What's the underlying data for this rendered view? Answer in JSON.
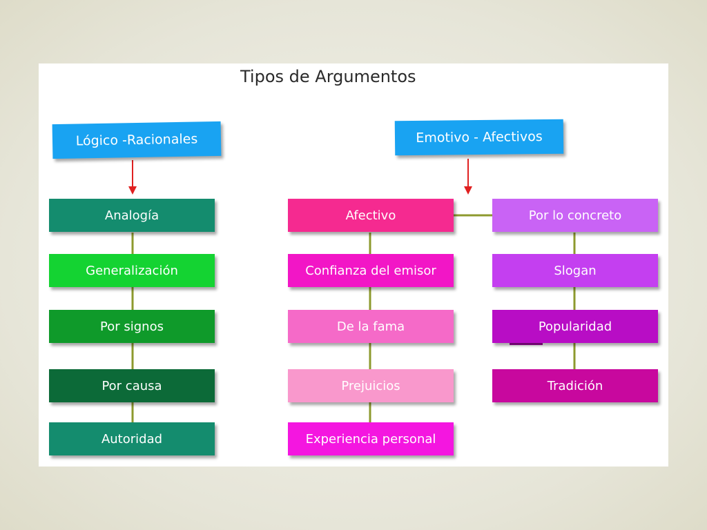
{
  "title": "Tipos de Argumentos",
  "left": {
    "header": "Lógico -Racionales",
    "items": [
      "Analogía",
      "Generalización",
      "Por signos",
      "Por causa",
      "Autoridad"
    ]
  },
  "middle": {
    "header": "Emotivo - Afectivos",
    "items": [
      "Afectivo",
      "Confianza del emisor",
      "De la fama",
      "Prejuicios",
      "Experiencia personal"
    ]
  },
  "right": {
    "items": [
      "Por lo concreto",
      "Slogan",
      "Popularidad",
      "Tradición"
    ]
  },
  "colors": {
    "header": "#19a3f2",
    "arrow": "#e02020",
    "connector": "#8d9a2e",
    "left": [
      "#148c6e",
      "#14d332",
      "#0f9a2a",
      "#0c6a38",
      "#148c6e"
    ],
    "middle": [
      "#f52a90",
      "#f216c6",
      "#f56ac8",
      "#f998cc",
      "#f416e0"
    ],
    "right": [
      "#c963f5",
      "#c43ff0",
      "#b80dc5",
      "#c8089e"
    ]
  }
}
